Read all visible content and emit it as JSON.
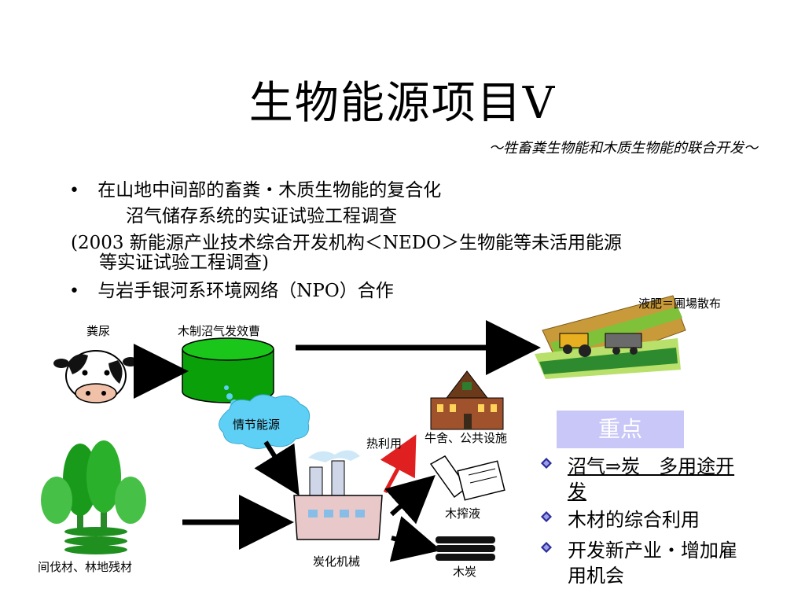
{
  "slide": {
    "title": "生物能源项目Ⅴ",
    "subtitle": "～牲畜粪生物能和木质生物能的联合开发～"
  },
  "bullets": {
    "b1_line1": "在山地中间部的畜粪・木质生物能的复合化",
    "b1_line2": "沼气储存系统的实证试验工程调查",
    "note_line1": "(2003 新能源产业技术综合开发机构＜NEDO＞生物能等未活用能源",
    "note_line2": "等实证试验工程调查)",
    "b2": "与岩手银河系环境网络（NPO）合作"
  },
  "diagram": {
    "labels": {
      "manure": "粪尿",
      "digester": "木制沼气发效曹",
      "fertilizer": "液肥＝圃場散布",
      "cloud": "情节能源",
      "heat_use": "热利用",
      "barn": "牛舍、公共设施",
      "wood_vinegar": "木搾液",
      "carbonizer": "炭化机械",
      "charcoal": "木炭",
      "thinning": "间伐材、林地残材"
    },
    "colors": {
      "digester": "#0aa00a",
      "cloud": "#5fd0f5",
      "arrow": "#000000",
      "heat_arrow": "#e02020",
      "tree": "#1a9a1a"
    }
  },
  "key_points": {
    "heading": "重点",
    "items": [
      {
        "text_line1": "沼气⇒炭　多用途开",
        "text_line2": "发"
      },
      {
        "text_line1": "木材的综合利用",
        "text_line2": ""
      },
      {
        "text_line1": "开发新产业・增加雇",
        "text_line2": "用机会"
      }
    ],
    "colors": {
      "heading_bg": "#c9c7f7",
      "diamond": "#2a2a9a"
    }
  }
}
